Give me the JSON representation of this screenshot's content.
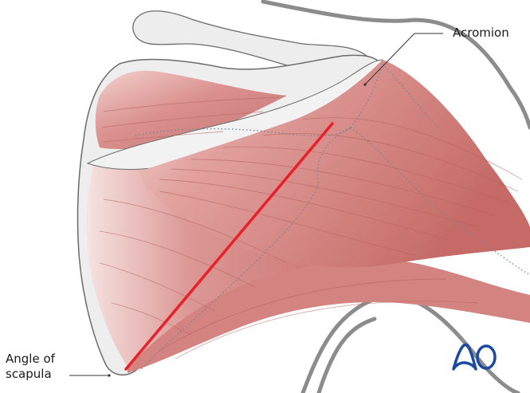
{
  "figure": {
    "subject": "Posterior view of right shoulder with scapular muscles and planned incision",
    "labels": {
      "acromion": "Acromion",
      "angle_line1": "Angle of",
      "angle_line2": "scapula"
    },
    "logo": {
      "text": "AO",
      "color": "#1c4aa0"
    },
    "colors": {
      "muscle": "#d98b88",
      "muscle_dark": "#b5605c",
      "muscle_light": "#f0c2bd",
      "bone": "#eeeeee",
      "outline": "#6b6b6b",
      "skin_contour": "#8c8c8c",
      "incision": "#e8202a",
      "leader": "#333333",
      "dotted": "#7a8590"
    }
  }
}
